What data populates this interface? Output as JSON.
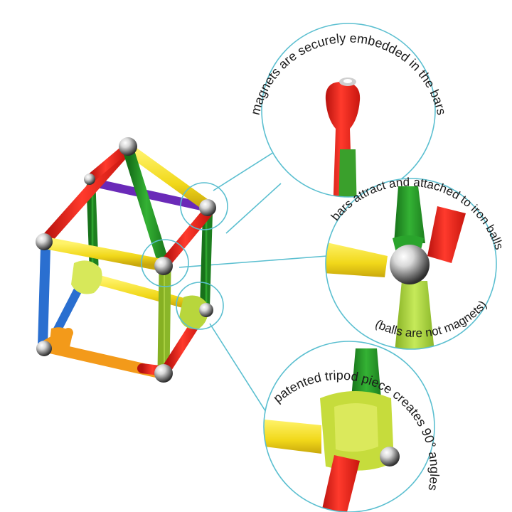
{
  "callouts": [
    {
      "id": "magnets",
      "text": "magnets are securely embedded in the bars"
    },
    {
      "id": "attract",
      "text": "bars attract and attached to iron balls"
    },
    {
      "id": "not-magnets",
      "text": "(balls are not magnets)"
    },
    {
      "id": "tripod",
      "text": "patented tripod piece creates 90° angles"
    }
  ],
  "colors": {
    "circle_stroke": "#5bbfd0",
    "red": "#e8231c",
    "yellow": "#f4e21c",
    "green": "#2a9a2a",
    "lime": "#a8d43a",
    "blue": "#2a6fd0",
    "purple": "#6a2ab8",
    "orange": "#f39a1a",
    "steel": "#b8b8b8"
  }
}
